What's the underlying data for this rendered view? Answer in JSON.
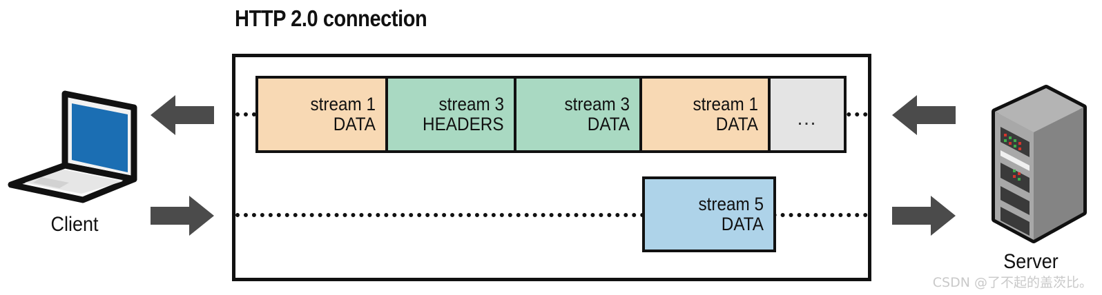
{
  "title": "HTTP 2.0 connection",
  "endpoints": {
    "client": {
      "label": "Client",
      "icon": "laptop-icon"
    },
    "server": {
      "label": "Server",
      "icon": "server-rack-icon"
    }
  },
  "arrows": [
    {
      "name": "arrow-server-to-client-top",
      "direction": "left",
      "color": "#4b4b4b"
    },
    {
      "name": "arrow-client-to-server-bottom",
      "direction": "right",
      "color": "#4b4b4b"
    },
    {
      "name": "arrow-inbound-top",
      "direction": "left",
      "color": "#4b4b4b"
    },
    {
      "name": "arrow-outbound-bottom",
      "direction": "right",
      "color": "#4b4b4b"
    }
  ],
  "frames": {
    "upstream_row": [
      {
        "stream": "stream 1",
        "type": "DATA",
        "color": "#f8d9b4",
        "width": 192
      },
      {
        "stream": "stream 3",
        "type": "HEADERS",
        "color": "#a9d9c2",
        "width": 190
      },
      {
        "stream": "stream 3",
        "type": "DATA",
        "color": "#a9d9c2",
        "width": 186
      },
      {
        "stream": "stream 1",
        "type": "DATA",
        "color": "#f8d9b4",
        "width": 190
      },
      {
        "stream": "…",
        "type": "",
        "color": "#e4e4e4",
        "width": 114
      }
    ],
    "downstream": {
      "stream": "stream 5",
      "type": "DATA",
      "color": "#aed3e9"
    }
  },
  "lines": {
    "upstream_label": "upstream-dotted-line",
    "downstream_label": "downstream-dotted-line",
    "style": "dotted",
    "color": "#111111"
  },
  "watermark": "CSDN @了不起的盖茨比。",
  "colors": {
    "stroke": "#111111",
    "orange": "#f8d9b4",
    "green": "#a9d9c2",
    "blue": "#aed3e9",
    "gray": "#e4e4e4",
    "arrow": "#4b4b4b",
    "screen_blue": "#1b6eb3",
    "server_body": "#9a9a9a"
  }
}
